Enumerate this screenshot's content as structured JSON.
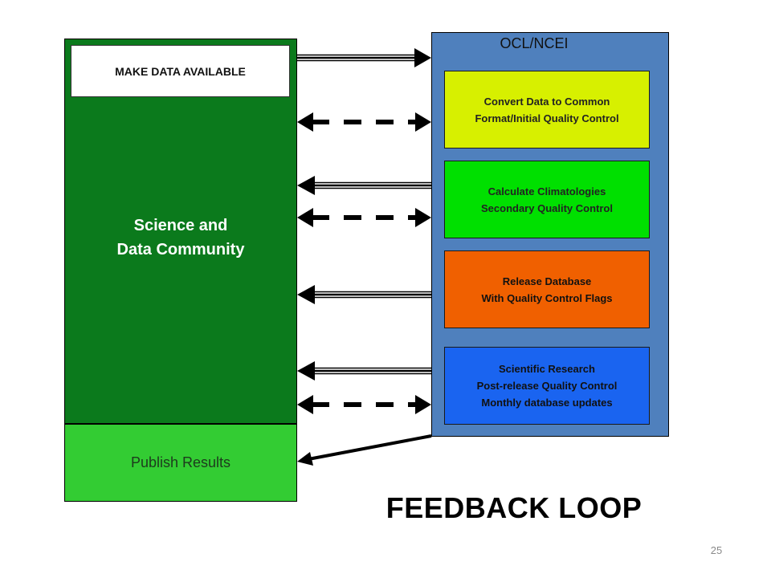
{
  "community": {
    "label_line1": "Science and",
    "label_line2": "Data Community",
    "make_data": "MAKE DATA AVAILABLE",
    "publish": "Publish Results"
  },
  "ocl": {
    "title": "OCL/NCEI",
    "stages": [
      "Convert Data to Common\nFormat/Initial Quality Control",
      "Calculate Climatologies\nSecondary Quality Control",
      "Release Database\nWith Quality Control Flags",
      "Scientific Research\nPost-release Quality Control\nMonthly database updates"
    ]
  },
  "colors": {
    "community": "#0b7a1c",
    "publish": "#33cc33",
    "ocl": "#4f80bd",
    "stage1": "#d7f000",
    "stage2": "#00e000",
    "stage3": "#f06000",
    "stage4": "#1a64f0"
  },
  "footer": {
    "title": "FEEDBACK LOOP",
    "page_number": "25"
  }
}
